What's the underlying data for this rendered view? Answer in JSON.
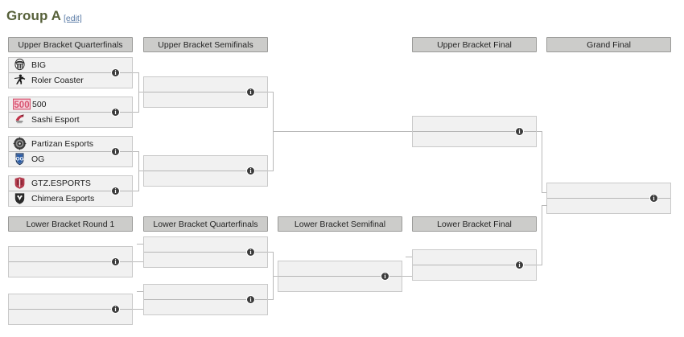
{
  "page": {
    "title": "Group A",
    "edit_label": "[edit]"
  },
  "colors": {
    "title": "#57613a",
    "link": "#5a7ba6",
    "header_pill_bg": "#ccccca",
    "header_pill_border": "#9a9a98",
    "match_bg": "#f1f1f1",
    "match_border": "#c9c9c9",
    "connector": "#b9b9b9",
    "info_badge": "#3b3b3b"
  },
  "icons": {
    "info": "info-icon",
    "big": "big-logo-icon",
    "roler_coaster": "roler-coaster-logo-icon",
    "five_hundred": "500-logo-icon",
    "sashi": "sashi-esport-logo-icon",
    "partizan": "partizan-esports-logo-icon",
    "og": "og-logo-icon",
    "gtz": "gtz-esports-logo-icon",
    "chimera": "chimera-esports-logo-icon"
  },
  "upper_bracket": {
    "rounds": [
      {
        "key": "ubqf",
        "label": "Upper Bracket Quarterfinals"
      },
      {
        "key": "ubsf",
        "label": "Upper Bracket Semifinals"
      },
      {
        "key": "ubf",
        "label": "Upper Bracket Final"
      },
      {
        "key": "gf",
        "label": "Grand Final"
      }
    ],
    "quarterfinals": [
      {
        "top": {
          "team": "BIG",
          "score": ""
        },
        "bottom": {
          "team": "Roler Coaster",
          "score": ""
        }
      },
      {
        "top": {
          "team": "500",
          "score": ""
        },
        "bottom": {
          "team": "Sashi Esport",
          "score": ""
        }
      },
      {
        "top": {
          "team": "Partizan Esports",
          "score": ""
        },
        "bottom": {
          "team": "OG",
          "score": ""
        }
      },
      {
        "top": {
          "team": "GTZ.ESPORTS",
          "score": ""
        },
        "bottom": {
          "team": "Chimera Esports",
          "score": ""
        }
      }
    ],
    "semifinals": [
      {
        "top": {
          "team": "",
          "score": ""
        },
        "bottom": {
          "team": "",
          "score": ""
        }
      },
      {
        "top": {
          "team": "",
          "score": ""
        },
        "bottom": {
          "team": "",
          "score": ""
        }
      }
    ],
    "final": {
      "top": {
        "team": "",
        "score": ""
      },
      "bottom": {
        "team": "",
        "score": ""
      }
    },
    "grand_final": {
      "top": {
        "team": "",
        "score": ""
      },
      "bottom": {
        "team": "",
        "score": ""
      }
    }
  },
  "lower_bracket": {
    "rounds": [
      {
        "key": "lbr1",
        "label": "Lower Bracket Round 1"
      },
      {
        "key": "lbqf",
        "label": "Lower Bracket Quarterfinals"
      },
      {
        "key": "lbsf",
        "label": "Lower Bracket Semifinal"
      },
      {
        "key": "lbf",
        "label": "Lower Bracket Final"
      }
    ],
    "round1": [
      {
        "top": {
          "team": "",
          "score": ""
        },
        "bottom": {
          "team": "",
          "score": ""
        }
      },
      {
        "top": {
          "team": "",
          "score": ""
        },
        "bottom": {
          "team": "",
          "score": ""
        }
      }
    ],
    "quarterfinals": [
      {
        "top": {
          "team": "",
          "score": ""
        },
        "bottom": {
          "team": "",
          "score": ""
        }
      },
      {
        "top": {
          "team": "",
          "score": ""
        },
        "bottom": {
          "team": "",
          "score": ""
        }
      }
    ],
    "semifinal": {
      "top": {
        "team": "",
        "score": ""
      },
      "bottom": {
        "team": "",
        "score": ""
      }
    },
    "final": {
      "top": {
        "team": "",
        "score": ""
      },
      "bottom": {
        "team": "",
        "score": ""
      }
    }
  }
}
